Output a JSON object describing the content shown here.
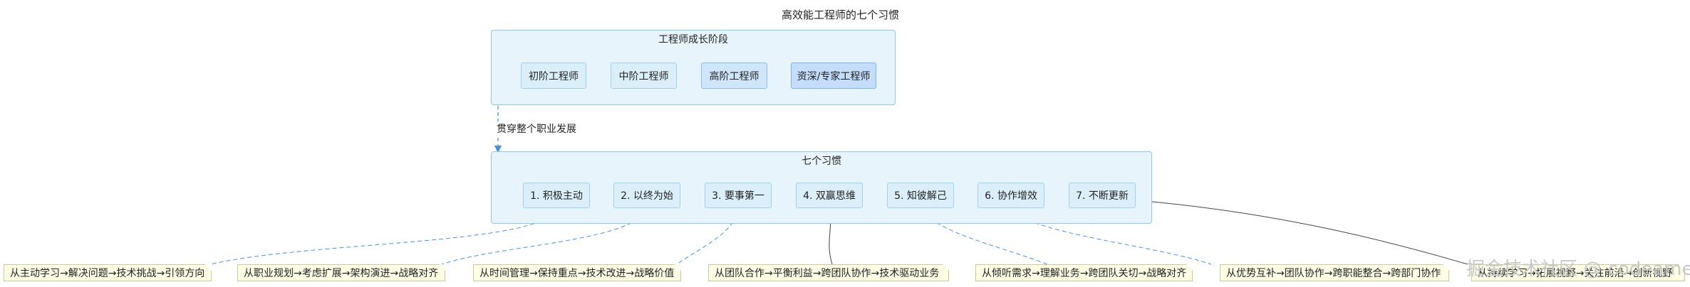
{
  "diagram": {
    "title": "高效能工程师的七个习惯",
    "stages_group": {
      "title": "工程师成长阶段",
      "nodes": [
        "初阶工程师",
        "中阶工程师",
        "高阶工程师",
        "资深/专家工程师"
      ]
    },
    "edge_label": "贯穿整个职业发展",
    "habits_group": {
      "title": "七个习惯",
      "nodes": [
        "1. 积极主动",
        "2. 以终为始",
        "3. 要事第一",
        "4. 双赢思维",
        "5. 知彼解己",
        "6. 协作增效",
        "7. 不断更新"
      ]
    },
    "notes": [
      "从主动学习→解决问题→技术挑战→引领方向",
      "从职业规划→考虑扩展→架构演进→战略对齐",
      "从时间管理→保持重点→技术改进→战略价值",
      "从团队合作→平衡利益→跨团队协作→技术驱动业务",
      "从倾听需求→理解业务→跨团队关切→战略对齐",
      "从优势互补→团队协作→跨职能整合→跨部门协作",
      "从持续学习→拓展视野→关注前沿→创新视野"
    ],
    "watermark": "掘金技术社区 @ codeamer"
  },
  "colors": {
    "group_fill": "#e8f4fb",
    "group_border": "#8fc9e8",
    "node_fill": "#dbeffa",
    "note_fill": "#fdfde4",
    "edge": "#4a90d9"
  }
}
